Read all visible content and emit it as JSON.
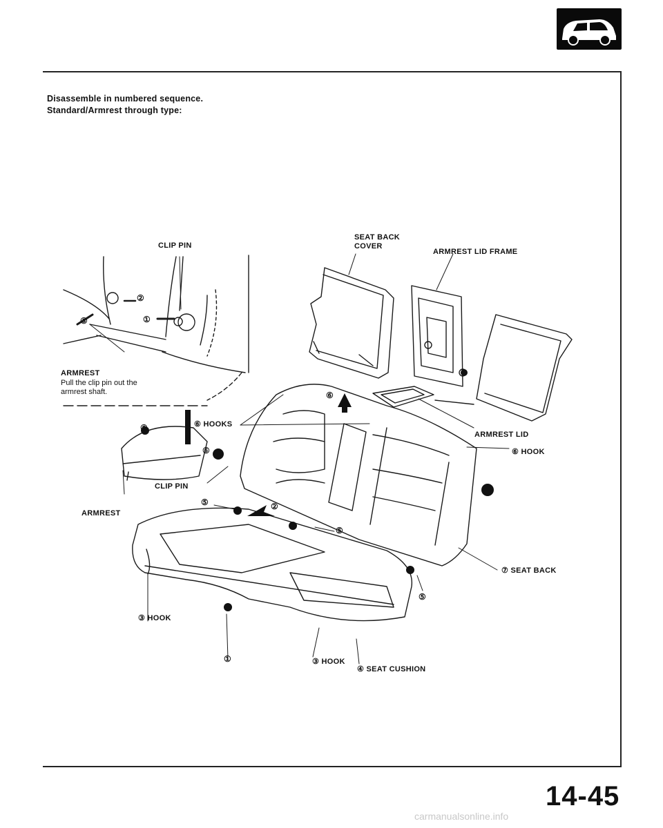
{
  "intro": {
    "line1": "Disassemble in numbered sequence.",
    "line2": "Standard/Armrest through type:"
  },
  "labels": {
    "clip_pin_top": "CLIP PIN",
    "seat_back_cover_1": "SEAT BACK",
    "seat_back_cover_2": "COVER",
    "armrest_lid_frame": "ARMREST LID FRAME",
    "armrest_title": "ARMREST",
    "armrest_note_1": "Pull the clip pin out the",
    "armrest_note_2": "armrest shaft.",
    "hooks_6": "⑥ HOOKS",
    "armrest_lid": "ARMREST LID",
    "hook_6": "⑥ HOOK",
    "clip_pin_bottom": "CLIP PIN",
    "armrest_bottom": "ARMREST",
    "seat_back": "⑦ SEAT BACK",
    "hook_3_left": "③ HOOK",
    "hook_3_right": "③ HOOK",
    "seat_cushion": "④ SEAT CUSHION",
    "num_1_bottom": "①",
    "num_2_top": "②",
    "num_3_top": "③",
    "num_1_top": "①",
    "num_2_mid": "②",
    "num_5_left": "⑤",
    "num_5_mid": "⑤",
    "num_5_right": "⑤",
    "num_6_clip": "⑥",
    "num_6_arrow": "⑥",
    "num_6_armrest": "⑥"
  },
  "icons": {
    "car_badge": "sedan-car-icon"
  },
  "page_number": "14-45",
  "watermark": "carmanualsonline.info"
}
